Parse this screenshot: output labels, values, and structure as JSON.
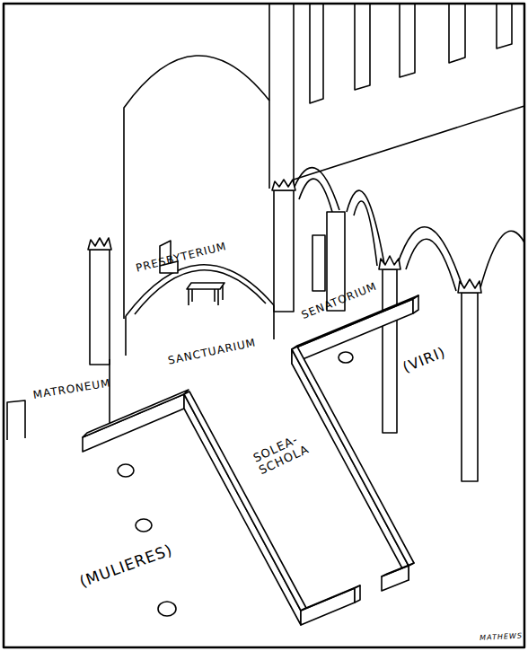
{
  "diagram": {
    "labels": [
      "PRESBYTERIUM",
      "SANCTUARIUM",
      "MATRONEUM",
      "SENATORIUM",
      "SOLEA-SCHOLA",
      "(VIRI)",
      "(MULIERES)",
      "MATHEWS"
    ]
  }
}
